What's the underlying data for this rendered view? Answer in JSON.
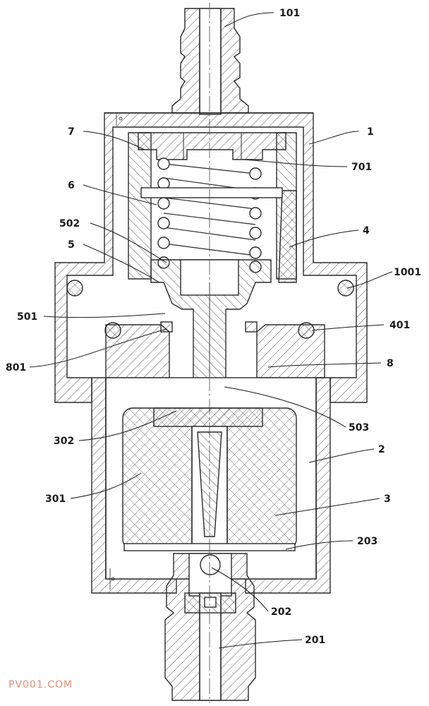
{
  "labels": {
    "l101": "101",
    "l1": "1",
    "l7": "7",
    "l701": "701",
    "l6": "6",
    "l502": "502",
    "l4": "4",
    "l5": "5",
    "l1001": "1001",
    "l501": "501",
    "l401": "401",
    "l801": "801",
    "l8": "8",
    "l503": "503",
    "l302": "302",
    "l2": "2",
    "l301": "301",
    "l3": "3",
    "l203": "203",
    "l202": "202",
    "l201": "201"
  },
  "watermark": "PV001.COM",
  "colors": {
    "line": "#2a2a2a",
    "hatch": "#555555",
    "watermark": "#e0907a"
  }
}
